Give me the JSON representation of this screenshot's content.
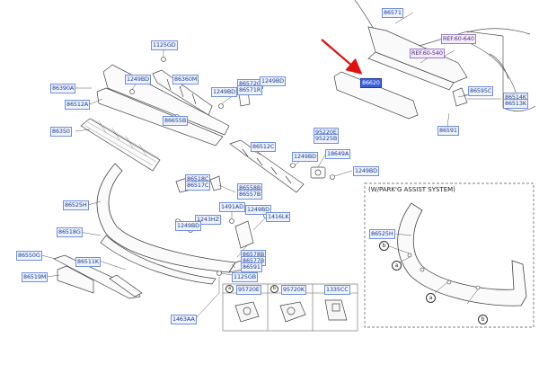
{
  "inset": {
    "title": "(W/PARK'G ASSIST SYSTEM)"
  },
  "labels": {
    "p1125gd": "1125GD",
    "p86571": "86571",
    "ref60640": "REF.60-640",
    "ref60540": "REF.60-540",
    "hl": "86620",
    "p86390a": "86390A",
    "p1249bd_a": "1249BD",
    "p86360m": "86360M",
    "p86572g": "86572G",
    "p86571r": "86571R",
    "p1249bd_b": "1249BD",
    "p1249bd_c": "1249BD",
    "p86512a": "86512A",
    "p86655b": "86655B",
    "p86595c": "86595C",
    "p86514k": "86514K",
    "p86513k": "86513K",
    "p86350": "86350",
    "p86591": "86591",
    "p86512c": "86512C",
    "p95220e": "95220E",
    "p95225b": "95225B",
    "p18649a": "18649A",
    "p1249bd_d": "1249BD",
    "p1249bd_e": "1249BD",
    "p86518c": "86518C",
    "p86517c": "86517C",
    "p86558b": "86558B",
    "p86557b": "86557B",
    "p86525h": "86525H",
    "p1491ad": "1491AD",
    "p1249bd_f": "1249BD",
    "p1243hz": "1243HZ",
    "p1416lk": "1416LK",
    "p1249bd_g": "1249BD",
    "p86518g": "86518G",
    "p86550g": "86550G",
    "p86511k": "86511K",
    "p86578b": "86578B",
    "p86577b": "86577B",
    "p86591b": "86591",
    "p1125gb": "1125GB",
    "p86519m": "86519M",
    "p1463aa": "1463AA",
    "p86525h2": "86525H"
  },
  "legend": [
    {
      "letter": "a",
      "part": "95720E"
    },
    {
      "letter": "b",
      "part": "95720K"
    },
    {
      "letter": "",
      "part": "1335CC"
    }
  ],
  "callouts": {
    "a": "a",
    "b": "b"
  },
  "colors": {
    "label_border": "#6f8fe0",
    "highlight": "#3b5fd6",
    "arrow": "#e01010",
    "line": "#333333"
  }
}
